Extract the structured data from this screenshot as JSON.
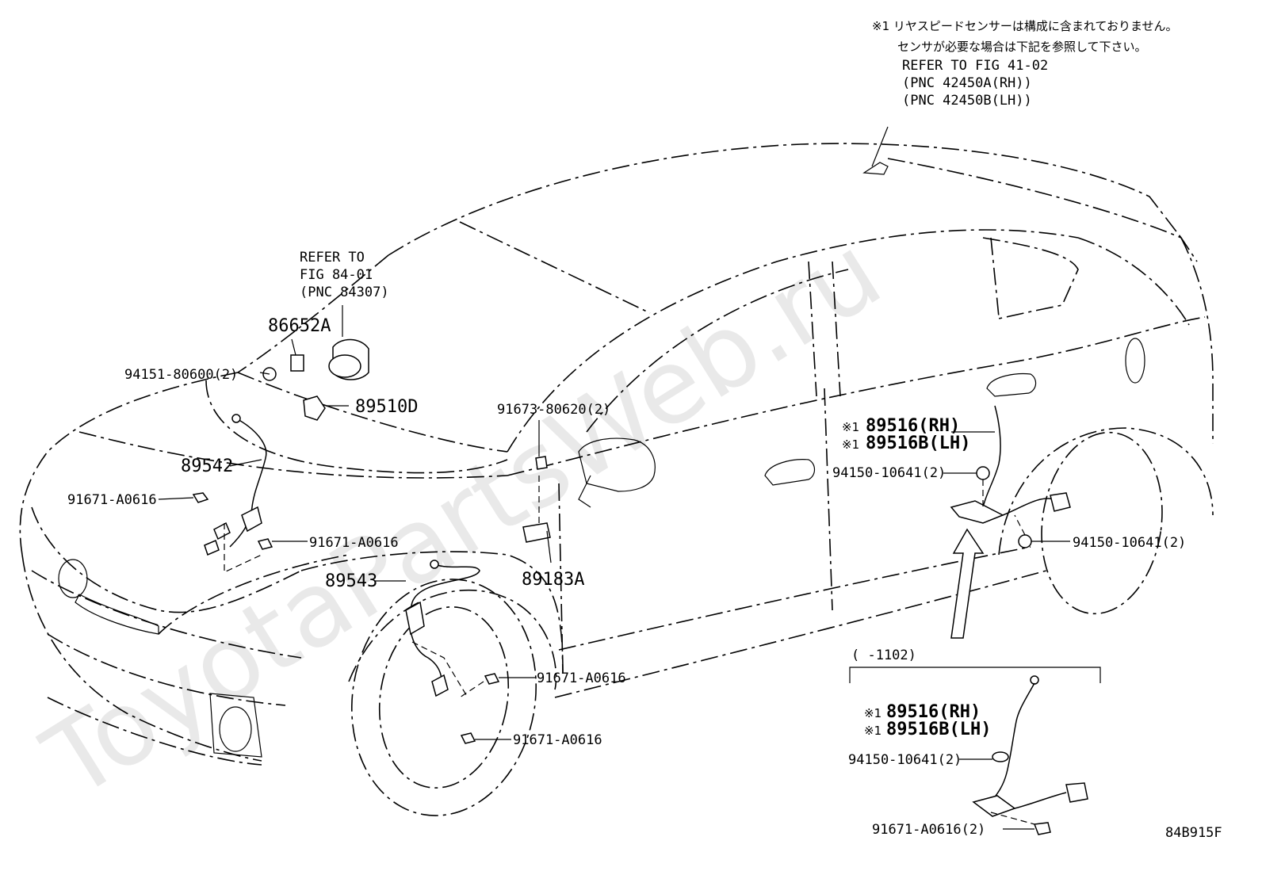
{
  "watermark": "ToyotaPartsWeb.ru",
  "figure_code": "84B915F",
  "note": {
    "line1": "※1 リヤスピードセンサーは構成に含まれておりません。",
    "line2": "センサが必要な場合は下記を参照して下さい。",
    "refer": "REFER TO FIG 41-02",
    "pnc_rh": "(PNC 42450A(RH))",
    "pnc_lh": "(PNC 42450B(LH))"
  },
  "refer_84": {
    "line1": "REFER TO",
    "line2": "FIG 84-01",
    "line3": "(PNC 84307)"
  },
  "labels": {
    "p86652A": "86652A",
    "p94151": "94151-80600(2)",
    "p89510D": "89510D",
    "p89542": "89542",
    "p91671_a": "91671-A0616",
    "p91671_b": "91671-A0616",
    "p89543": "89543",
    "p91671_c": "91671-A0616",
    "p91671_d": "91671-A0616",
    "p91673": "91673-80620(2)",
    "p89183A": "89183A",
    "p89516_rh": "89516(RH)",
    "p89516_lh": "89516B(LH)",
    "mark1": "※1",
    "mark2": "※1",
    "p94150_a": "94150-10641(2)",
    "p94150_b": "94150-10641(2)"
  },
  "inset": {
    "range": "(      -1102)",
    "p89516_rh": "89516(RH)",
    "p89516_lh": "89516B(LH)",
    "mark1": "※1",
    "mark2": "※1",
    "p94150": "94150-10641(2)",
    "p91671": "91671-A0616(2)"
  }
}
